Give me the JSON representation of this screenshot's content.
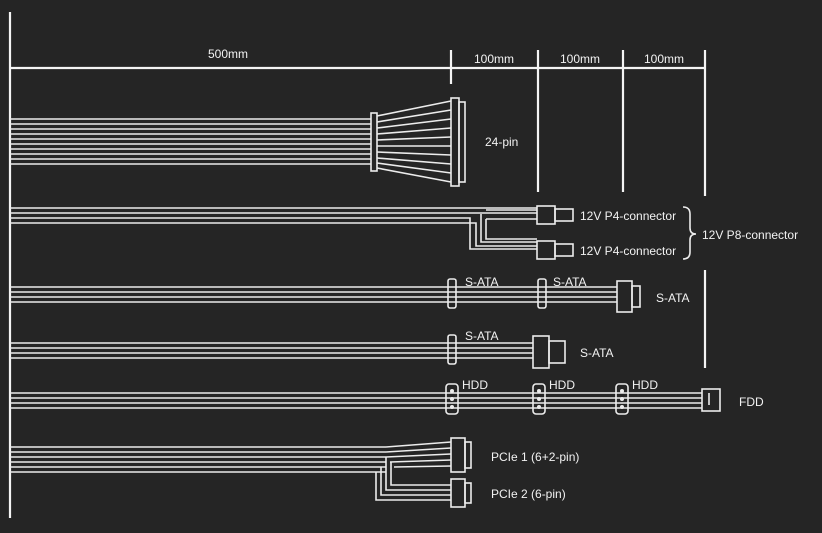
{
  "dimensions": {
    "segment_1": "500mm",
    "segment_2": "100mm",
    "segment_3": "100mm",
    "segment_4": "100mm"
  },
  "connectors": {
    "atx_24pin": "24-pin",
    "p4_top": "12V P4-connector",
    "p4_bottom": "12V P4-connector",
    "p8": "12V P8-connector",
    "sata_row1_1": "S-ATA",
    "sata_row1_2": "S-ATA",
    "sata_row1_3": "S-ATA",
    "sata_row2_1": "S-ATA",
    "sata_row2_2": "S-ATA",
    "hdd_1": "HDD",
    "hdd_2": "HDD",
    "hdd_3": "HDD",
    "fdd": "FDD",
    "pcie_1": "PCIe 1 (6+2-pin)",
    "pcie_2": "PCIe 2 (6-pin)"
  },
  "colors": {
    "background": "#252525",
    "line": "#ececec"
  }
}
